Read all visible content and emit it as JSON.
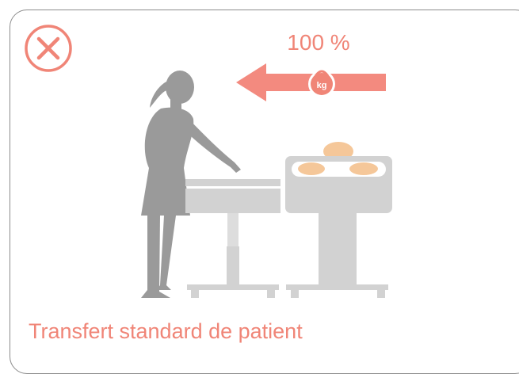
{
  "load": {
    "percent_label": "100 %",
    "weight_unit": "kg"
  },
  "caption": {
    "text": "Transfert standard de patient"
  },
  "colors": {
    "accent": "#f08577",
    "arrow": "#f38a7f",
    "figure": "#9a9a9a",
    "furniture": "#d2d2d2",
    "patient": "#f5c799",
    "border": "#8c8c8c"
  },
  "icons": {
    "close": "close-icon",
    "weight": "kettlebell-icon",
    "direction": "arrow-left-icon"
  }
}
